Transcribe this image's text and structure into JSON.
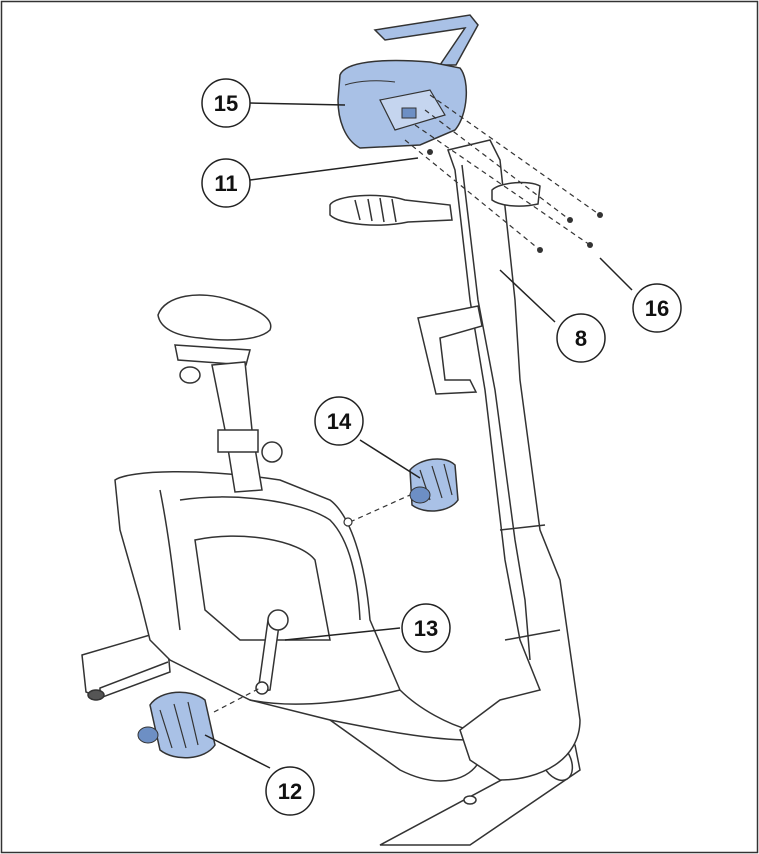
{
  "callouts": {
    "c15": "15",
    "c11": "11",
    "c16": "16",
    "c8": "8",
    "c14": "14",
    "c13": "13",
    "c12": "12"
  },
  "colors": {
    "part_fill": "#a9c1e6",
    "part_dark": "#6d8fc4",
    "line": "#333333",
    "frame_fill": "#ffffff"
  }
}
